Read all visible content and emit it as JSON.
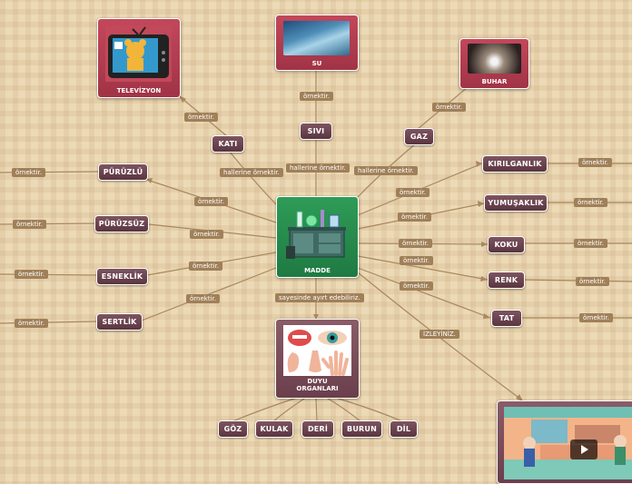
{
  "center": {
    "label": "MADDE"
  },
  "senses": {
    "label": "DUYU ORGANLARI",
    "items": [
      "GÖZ",
      "KULAK",
      "DERİ",
      "BURUN",
      "DİL"
    ]
  },
  "states": {
    "solid": "KATI",
    "liquid": "SIVI",
    "gas": "GAZ",
    "examples": {
      "tv": "TELEVİZYON",
      "water": "SU",
      "steam": "BUHAR"
    }
  },
  "textures": [
    "PÜRÜZLÜ",
    "PÜRÜZSÜZ",
    "ESNEKLİK",
    "SERTLİK"
  ],
  "properties": [
    "KIRILGANLIK",
    "YUMUŞAKLIK",
    "KOKU",
    "RENK",
    "TAT"
  ],
  "links": {
    "example": "örnektir.",
    "states_of": "hallerine örnektir.",
    "via_senses": "sayesinde ayırt edebiliriz.",
    "watch": "İZLEYİNİZ."
  }
}
